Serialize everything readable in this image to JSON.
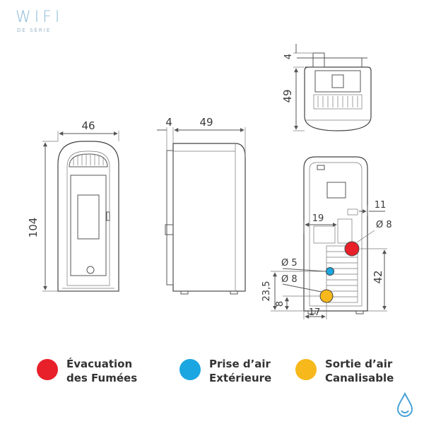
{
  "badge": {
    "title": "WIFI",
    "subtitle": "DE SÉRIE"
  },
  "front_view": {
    "width_label": "46",
    "height_label": "104"
  },
  "side_view": {
    "offset_label": "4",
    "depth_label": "49"
  },
  "top_view": {
    "offset_label": "4",
    "depth_label": "49"
  },
  "rear_view": {
    "dim_11": "11",
    "dim_19": "19",
    "dim_d8_top": "Ø 8",
    "dim_d5": "Ø 5",
    "dim_d8_bottom": "Ø 8",
    "dim_42": "42",
    "dim_23_5": "23,5",
    "dim_8": "8",
    "dim_17": "17"
  },
  "legend": [
    {
      "line1": "Évacuation",
      "line2": "des Fumées",
      "color": "#e8202a"
    },
    {
      "line1": "Prise d’air",
      "line2": "Extérieure",
      "color": "#1aa6e0"
    },
    {
      "line1": "Sortie d’air",
      "line2": "Canalisable",
      "color": "#f6b81a"
    }
  ]
}
